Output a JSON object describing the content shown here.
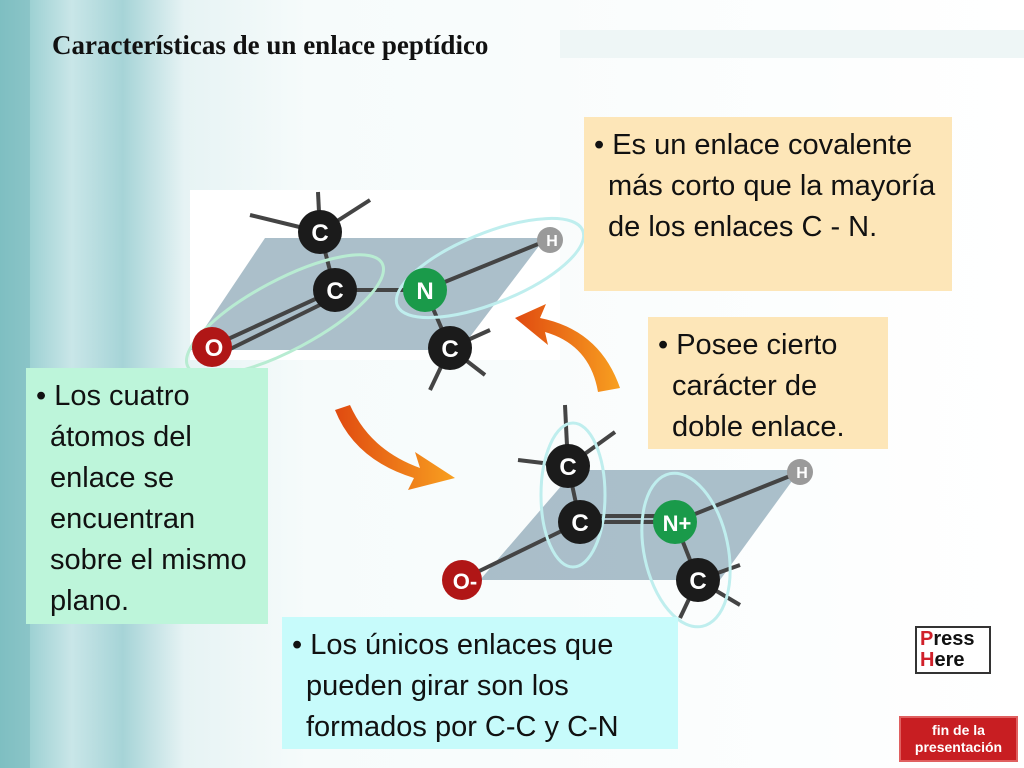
{
  "title": "Características de un enlace peptídico",
  "boxes": {
    "b1": {
      "bullet": "•",
      "text": "Es un enlace covalente más corto que la mayoría de los enlaces C - N."
    },
    "b2": {
      "bullet": "•",
      "text": "Posee cierto carácter de doble enlace."
    },
    "b3": {
      "bullet": "•",
      "text": "Los cuatro átomos del enlace se encuentran sobre el mismo plano."
    },
    "b4": {
      "bullet": "•",
      "text": "Los únicos enlaces que pueden girar son los formados por C-C y C-N"
    }
  },
  "molecule1": {
    "atoms": {
      "c_top": "C",
      "c_mid": "C",
      "n": "N",
      "c_low": "C",
      "o": "O",
      "h": "H"
    }
  },
  "molecule2": {
    "atoms": {
      "c_top": "C",
      "c_mid": "C",
      "n": "N+",
      "c_low": "C",
      "o": "O-",
      "h": "H"
    }
  },
  "buttons": {
    "press": {
      "line1_first": "P",
      "line1_rest": "ress",
      "line2_first": "H",
      "line2_rest": "ere"
    },
    "fin": {
      "line1": "fin de la",
      "line2": "presentación"
    }
  },
  "colors": {
    "carbon": "#1b1b1b",
    "nitrogen": "#1a9a4a",
    "oxygen": "#b01616",
    "hydrogen": "#9a9a9a",
    "arrow": "#f08010"
  }
}
